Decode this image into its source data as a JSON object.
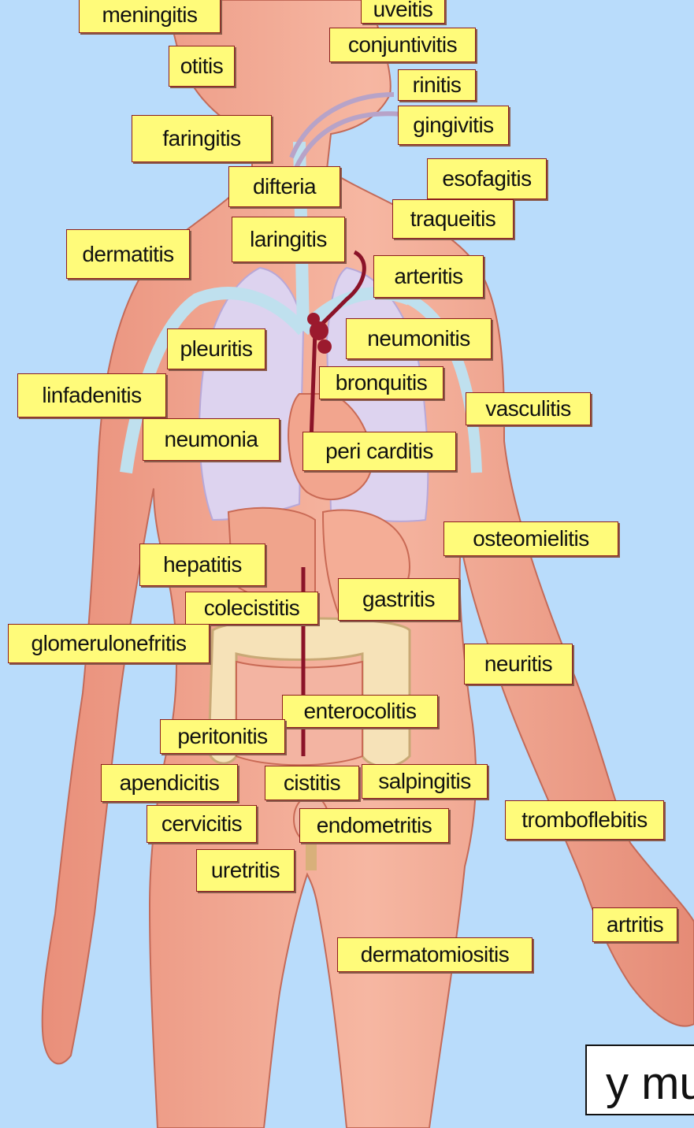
{
  "labels": {
    "meningitis": "meningitis",
    "uveitis": "uveitis",
    "conjuntivitis": "conjuntivitis",
    "otitis": "otitis",
    "rinitis": "rinitis",
    "gingivitis": "gingivitis",
    "faringitis": "faringitis",
    "esofagitis": "esofagitis",
    "difteria": "difteria",
    "traqueitis": "traqueitis",
    "dermatitis": "dermatitis",
    "laringitis": "laringitis",
    "arteritis": "arteritis",
    "pleuritis": "pleuritis",
    "neumonitis": "neumonitis",
    "linfadenitis": "linfadenitis",
    "bronquitis": "bronquitis",
    "vasculitis": "vasculitis",
    "neumonia": "neumonia",
    "pericarditis": "peri carditis",
    "osteomielitis": "osteomielitis",
    "hepatitis": "hepatitis",
    "colecistitis": "colecistitis",
    "gastritis": "gastritis",
    "glomerulonefritis": "glomerulonefritis",
    "neuritis": "neuritis",
    "enterocolitis": "enterocolitis",
    "peritonitis": "peritonitis",
    "apendicitis": "apendicitis",
    "cistitis": "cistitis",
    "salpingitis": "salpingitis",
    "cervicitis": "cervicitis",
    "endometritis": "endometritis",
    "tromboflebitis": "tromboflebitis",
    "uretritis": "uretritis",
    "artritis": "artritis",
    "dermatomiositis": "dermatomiositis"
  },
  "caption": "y mu",
  "colors": {
    "background": "#b9dcfb",
    "skin": "#f0a892",
    "label_fill": "#fffb7a",
    "label_border": "#8b1c1c",
    "lungs": "#ddd3ef",
    "vessel": "#8b1328"
  }
}
